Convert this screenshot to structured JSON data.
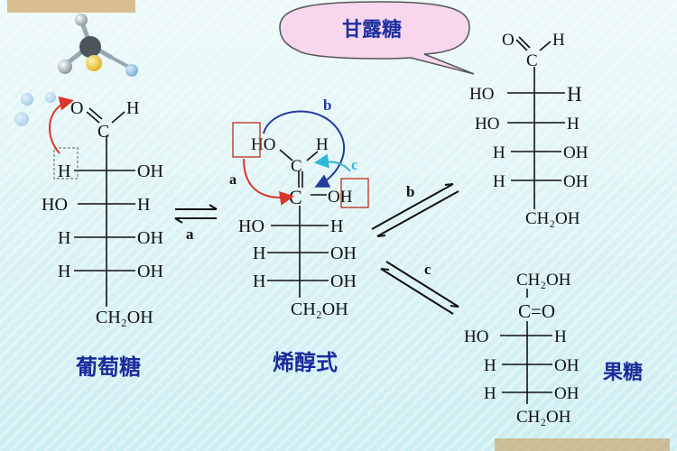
{
  "callout": {
    "text": "甘露糖"
  },
  "captions": {
    "glucose": "葡萄糖",
    "enol": "烯醇式",
    "fructose": "果糖"
  },
  "arrows": {
    "a": "a",
    "b": "b",
    "c": "c",
    "b_top": "b",
    "c_top": "c",
    "a_left": "a"
  },
  "glucose": {
    "o": "O",
    "c1": "C",
    "h1": "H",
    "row1_left": "H",
    "row1_right": "OH",
    "row2_left": "HO",
    "row2_right": "H",
    "row3_left": "H",
    "row3_right": "OH",
    "row4_left": "H",
    "row4_right": "OH",
    "bottom": "CH₂OH"
  },
  "enol": {
    "ho_top": "HO",
    "h_top": "H",
    "c1": "C",
    "c2": "C",
    "oh_right": "OH",
    "row2_left": "HO",
    "row2_right": "H",
    "row3_left": "H",
    "row3_right": "OH",
    "row4_left": "H",
    "row4_right": "OH",
    "bottom": "CH₂OH"
  },
  "mannose": {
    "o": "O",
    "c1": "C",
    "h1": "H",
    "row1_left": "HO",
    "row1_right": "H",
    "row2_left": "HO",
    "row2_right": "H",
    "row3_left": "H",
    "row3_right": "OH",
    "row4_left": "H",
    "row4_right": "OH",
    "bottom": "CH₂OH"
  },
  "fructose": {
    "top": "CH₂OH",
    "c2": "C=O",
    "row2_left": "HO",
    "row2_right": "H",
    "row3_left": "H",
    "row3_right": "OH",
    "row4_left": "H",
    "row4_right": "OH",
    "bottom": "CH₂OH"
  },
  "colors": {
    "text": "#111111",
    "caption": "#1a2a9c",
    "callout_fill": "#f7d6ee",
    "callout_text": "#1c2fa0",
    "arrow_red": "#d9352a",
    "arrow_blue": "#233a9e",
    "arrow_cyan": "#2fb6dc",
    "box": "#c0392b"
  }
}
